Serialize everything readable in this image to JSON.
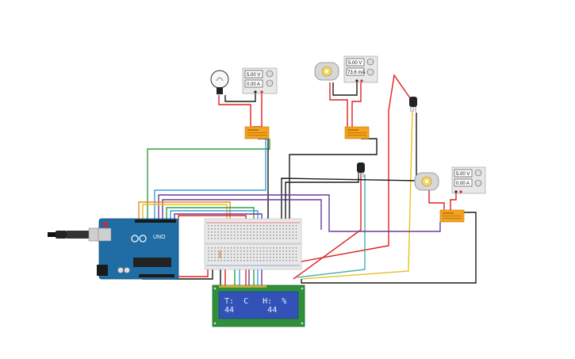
{
  "psu_lamp": {
    "voltage": "5.00 V",
    "current": "0.00 A"
  },
  "psu_motor_top": {
    "voltage": "5.00 V",
    "current": "73.6 mA"
  },
  "psu_motor_right": {
    "voltage": "5.00 V",
    "current": "0.00 A"
  },
  "lcd": {
    "row1": "T:  C   H:  %",
    "row2": "44       44"
  },
  "arduino": {
    "model": "UNO"
  },
  "colors": {
    "arduino_blue": "#1f6da4",
    "lcd_green": "#2f8f3a",
    "lcd_screen": "#3352b8",
    "relay_orange": "#f4a21e",
    "wire_red": "#e02020",
    "wire_black": "#1a1a1a",
    "wire_green": "#30a040",
    "wire_blue": "#3aa0d8",
    "wire_purple": "#6a3b9a",
    "wire_yellow": "#e8c020",
    "wire_orange": "#f08a20"
  }
}
